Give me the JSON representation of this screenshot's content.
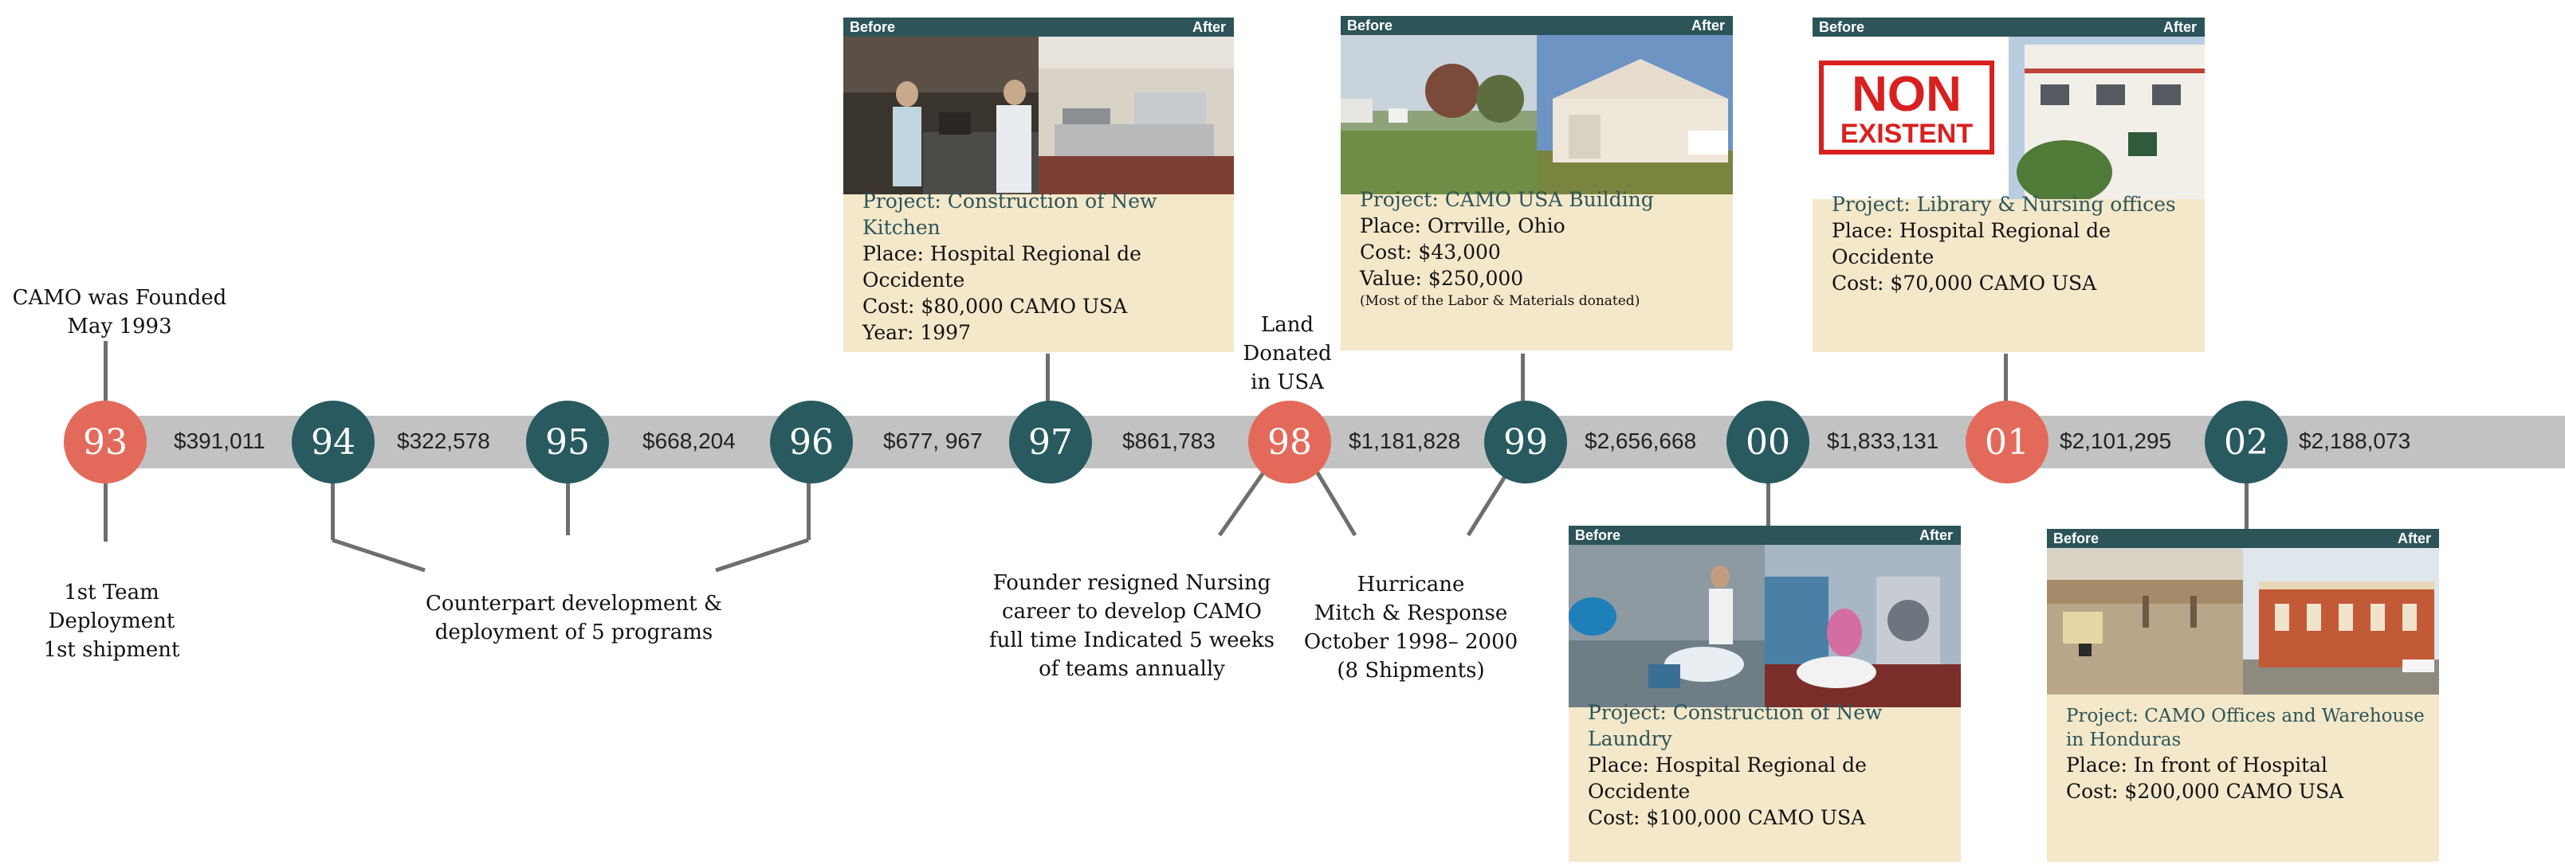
{
  "timeline": {
    "nodes": [
      {
        "label": "93",
        "color": "#e36a5b"
      },
      {
        "label": "94",
        "color": "#285a60"
      },
      {
        "label": "95",
        "color": "#285a60"
      },
      {
        "label": "96",
        "color": "#285a60"
      },
      {
        "label": "97",
        "color": "#285a60"
      },
      {
        "label": "98",
        "color": "#e36a5b"
      },
      {
        "label": "99",
        "color": "#285a60"
      },
      {
        "label": "00",
        "color": "#285a60"
      },
      {
        "label": "01",
        "color": "#e36a5b"
      },
      {
        "label": "02",
        "color": "#285a60"
      }
    ],
    "amounts": [
      "$391,011",
      "$322,578",
      "$668,204",
      "$677, 967",
      "$861,783",
      "$1,181,828",
      "$2,656,668",
      "$1,833,131",
      "$2,101,295",
      "$2,188,073"
    ]
  },
  "notes": {
    "founded": [
      "CAMO was Founded",
      "May 1993"
    ],
    "first_team": [
      "1st Team",
      "Deployment",
      "1st shipment"
    ],
    "counterpart": [
      "Counterpart development &",
      "deployment of 5 programs"
    ],
    "land": [
      "Land",
      "Donated",
      "in USA"
    ],
    "founder": [
      "Founder resigned Nursing",
      "career to develop CAMO",
      "full time Indicated 5 weeks",
      "of teams annually"
    ],
    "hurricane": [
      "Hurricane",
      "Mitch & Response",
      "October 1998– 2000",
      "(8 Shipments)"
    ]
  },
  "photo_labels": {
    "before": "Before",
    "after": "After"
  },
  "projects": {
    "kitchen": {
      "title": "Project: Construction of New Kitchen",
      "place": "Place: Hospital Regional de Occidente",
      "cost": "Cost: $80,000 CAMO USA",
      "year": "Year: 1997"
    },
    "building": {
      "title": "Project: CAMO USA Building",
      "place": "Place: Orrville, Ohio",
      "cost": "Cost: $43,000",
      "value": "Value: $250,000",
      "note": "(Most of the Labor & Materials donated)"
    },
    "library": {
      "title": "Project: Library & Nursing offices",
      "place_1": "Place: Hospital Regional de",
      "place_2": "Occidente",
      "cost": "Cost: $70,000 CAMO USA",
      "badge_1": "NON",
      "badge_2": "EXISTENT"
    },
    "laundry": {
      "title": "Project: Construction of New Laundry",
      "place": "Place: Hospital Regional de Occidente",
      "cost": "Cost: $100,000 CAMO USA"
    },
    "offices": {
      "title_1": "Project: CAMO Offices and Warehouse",
      "title_2": "in Honduras",
      "place": "Place: In front of Hospital",
      "cost": "Cost: $200,000 CAMO USA"
    }
  },
  "colors": {
    "teal": "#285a60",
    "coral": "#e36a5b",
    "band": "#c2c2c2",
    "card": "#f4e8ca"
  }
}
